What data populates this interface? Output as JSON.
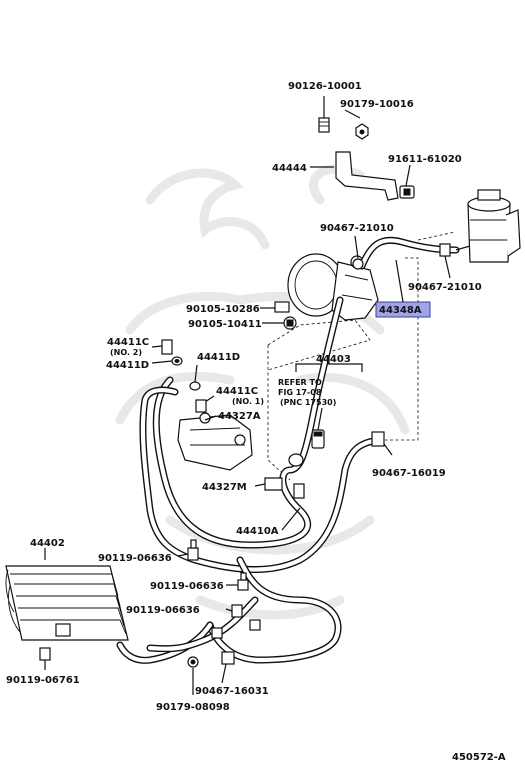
{
  "labels": {
    "p90126": "90126-10001",
    "p90179a": "90179-10016",
    "p44444": "44444",
    "p91611": "91611-61020",
    "p90467a": "90467-21010",
    "p90467b": "90467-21010",
    "p44348": "44348A",
    "p90105a": "90105-10286",
    "p90105b": "90105-10411",
    "p44411c2": "44411C",
    "p44411c2_sub": "(NO. 2)",
    "p44411d_left": "44411D",
    "p44411d": "44411D",
    "p44411c1": "44411C",
    "p44411c1_sub": "(NO. 1)",
    "p44327a": "44327A",
    "p44403": "44403",
    "refer1": "REFER TO",
    "refer2": "FIG 17-08",
    "refer3": "(PNC 17530)",
    "p90467c": "90467-16019",
    "p44327m": "44327M",
    "p44410": "44410A",
    "p44402": "44402",
    "p90119a": "90119-06636",
    "p90119b": "90119-06636",
    "p90119c": "90119-06636",
    "p90119d": "90119-06761",
    "p90467d": "90467-16031",
    "p90179b": "90179-08098",
    "diagram_id": "450572-A"
  },
  "highlight_color": "#9fa4e8"
}
